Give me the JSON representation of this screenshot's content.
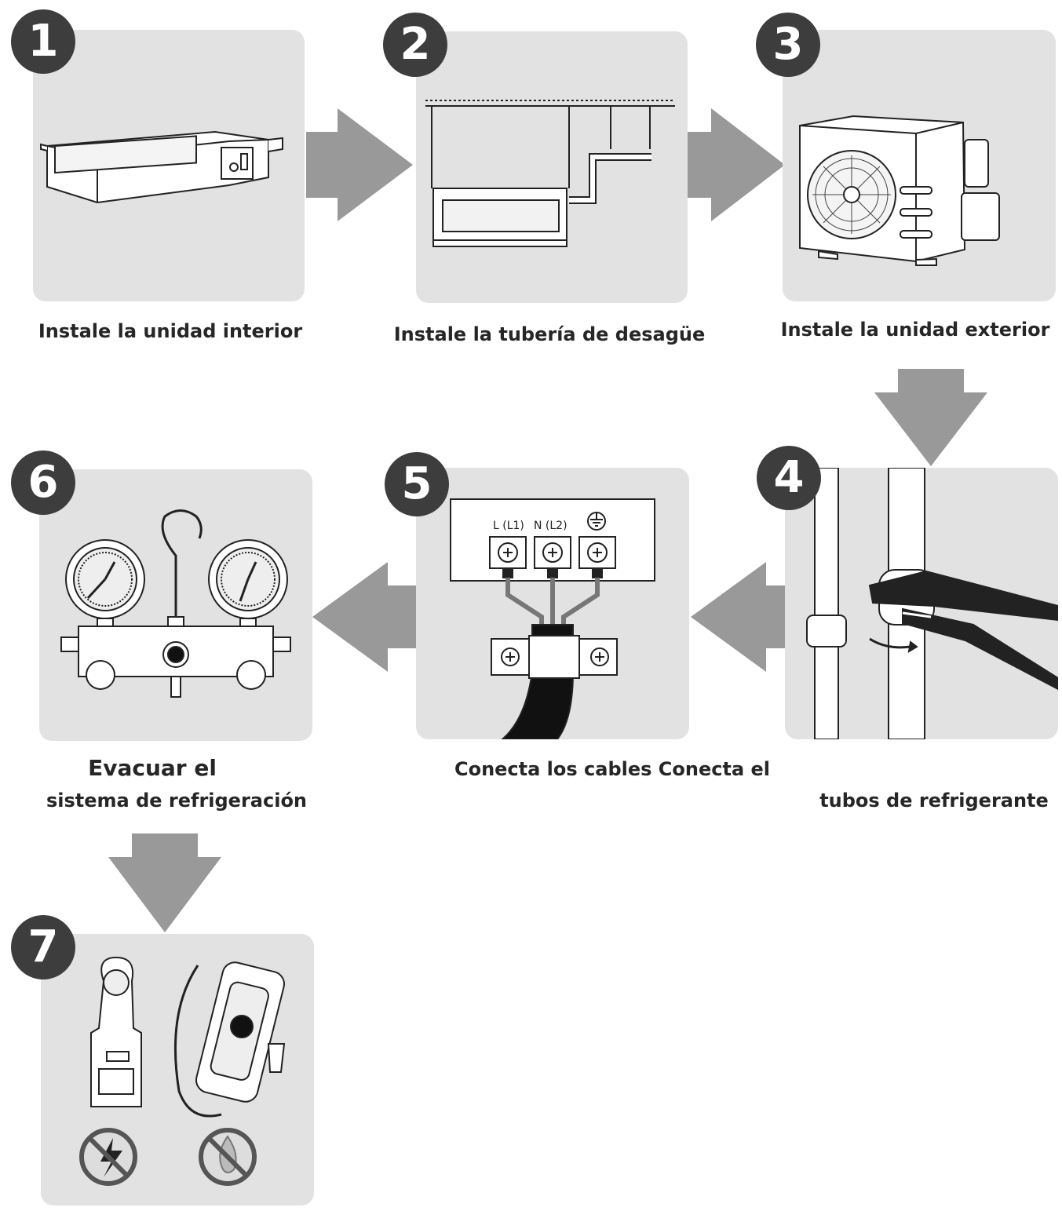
{
  "colors": {
    "panel_bg": "#e2e2e2",
    "badge_bg": "#3d3d3d",
    "arrow": "#999999",
    "caption_text": "#262626"
  },
  "steps": [
    {
      "number": "1",
      "caption": "Instale la unidad interior",
      "illustration": "indoor-duct-unit-icon"
    },
    {
      "number": "2",
      "caption": "Instale la tubería de desagüe",
      "illustration": "ceiling-mounted-unit-with-drain-pipe-icon"
    },
    {
      "number": "3",
      "caption": "Instale la unidad exterior",
      "illustration": "outdoor-condenser-unit-icon"
    },
    {
      "number": "4",
      "caption": "tubos de refrigerante",
      "illustration": "wrench-tightening-pipe-nut-icon"
    },
    {
      "number": "5",
      "caption": "Conecta los cables Conecta el",
      "illustration": "terminal-block-wiring-icon"
    },
    {
      "number": "6",
      "caption_line1": "Evacuar el",
      "caption_line2": "sistema de refrigeración",
      "illustration": "manifold-gauge-set-icon"
    },
    {
      "number": "7",
      "illustration": "clamp-meter-and-leak-detector-icon"
    }
  ],
  "terminal_labels": {
    "l": "L (L1)",
    "n": "N (L2)"
  }
}
